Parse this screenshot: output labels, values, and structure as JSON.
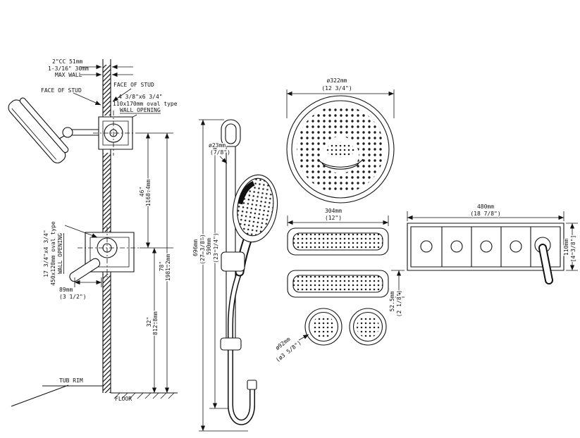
{
  "wall_section": {
    "cc_label": "2\"CC 51mm",
    "max_wall_mm": "1-3/16\" 30mm",
    "max_wall": "MAX WALL",
    "face_of_stud_left": "FACE OF STUD",
    "face_of_stud_right": "FACE OF STUD",
    "head_opening_size_in": "4 3/8\"x6 3/4\"",
    "head_opening_size_mm": "110x170mm oval type",
    "head_opening_label": "WALL OPENING",
    "valve_opening_size_in": "17 3/4\"x4 3/4\"",
    "valve_opening_size_mm": "450x120mm oval type",
    "valve_opening_label": "WALL OPENING",
    "dim_46_in": "46\"",
    "dim_46_mm": "1168.4mm",
    "dim_78_in": "78\"",
    "dim_78_mm": "1981.2mm",
    "dim_32_in": "32\"",
    "dim_32_mm": "812.8mm",
    "dim_89_mm": "89mm",
    "dim_89_in": "(3 1/2\")",
    "tub_rim": "TUB RIM",
    "floor": "FLOOR"
  },
  "slide_bar": {
    "dia_mm": "ø23mm",
    "dia_in": "(7/8\")",
    "length_mm": "696mm",
    "length_in": "(27 3/8\")",
    "travel_mm": "590mm",
    "travel_in": "(23 1/4\")"
  },
  "overhead_shower": {
    "dia_mm": "ø322mm",
    "dia_in": "(12 3/4\")"
  },
  "spray_bars": {
    "width_mm": "304mm",
    "width_in": "(12\")",
    "height_mm": "52.5mm",
    "height_in": "(2 1/8\")"
  },
  "body_sprays": {
    "dia_mm": "ø92mm",
    "dia_in": "(ø3 5/8\")"
  },
  "control_panel": {
    "width_mm": "480mm",
    "width_in": "(18 7/8\")",
    "height_mm": "110mm",
    "height_in": "[4 3/8\"]"
  }
}
